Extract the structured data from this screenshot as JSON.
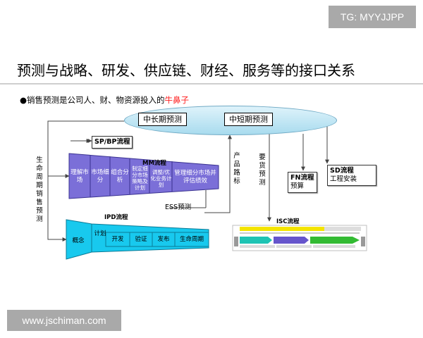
{
  "badges": {
    "top_right": "TG: MYYJJPP",
    "bottom_left": "www.jschiman.com"
  },
  "header": {
    "title": "预测与战略、研发、供应链、财经、服务等的接口关系",
    "subtitle_prefix": "销售预测是公司人、财、物资源投入的",
    "subtitle_highlight": "牛鼻子"
  },
  "diagram": {
    "oval": {
      "left_box": "中长期预测",
      "right_box": "中短期预测"
    },
    "spbp_label": "SP/BP流程",
    "left_vertical_label": "生命周期销售预测",
    "mm": {
      "title": "MM流程",
      "cells": [
        "理解市场",
        "市场细分",
        "组合分析",
        "制定细分市场策略及计划",
        "调整/优化业务计划",
        "管理细分市场并评估绩效"
      ]
    },
    "ess_label": "ESS预测",
    "ipd": {
      "title": "IPD流程",
      "cells": [
        "概念",
        "计划",
        "开发",
        "验证",
        "发布",
        "生命周期"
      ]
    },
    "product_roadmap_label": "产品路标",
    "demand_forecast_label": "要货预测",
    "fn": {
      "title": "FN流程",
      "sub": "预算"
    },
    "sd": {
      "title": "SD流程",
      "sub": "工程安装"
    },
    "isc_label": "ISC流程",
    "colors": {
      "mm_purple": "#7b6fd8",
      "ipd_cyan": "#18c9ee",
      "oval_blue": "#a8dbee",
      "isc_yellow": "#f4e400",
      "isc_teal": "#1ec4b4",
      "isc_purple": "#6655cc",
      "isc_green": "#33bb33",
      "highlight_red": "#ff2020"
    }
  }
}
